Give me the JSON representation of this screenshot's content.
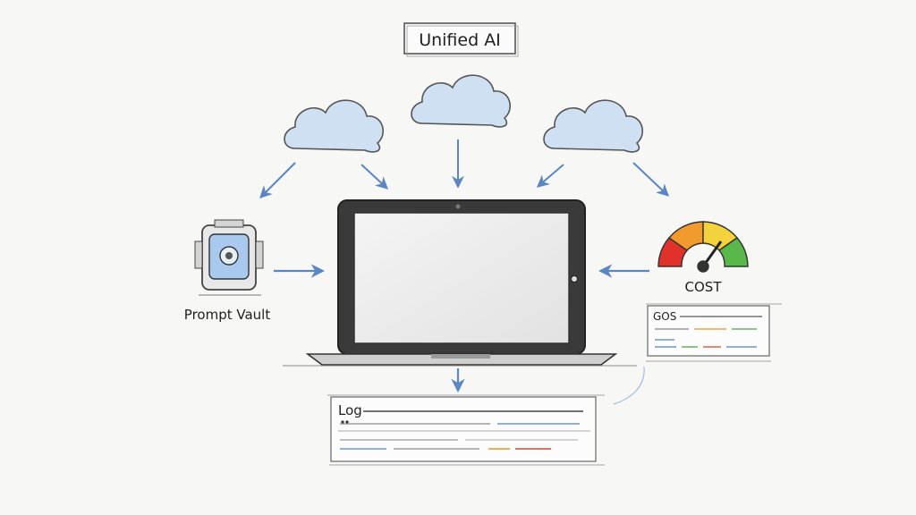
{
  "title": "Unified AI",
  "vault": {
    "label": "Prompt Vault"
  },
  "cost": {
    "label": "COST",
    "panel_label": "GOS"
  },
  "log": {
    "label": "Log"
  },
  "colors": {
    "arrow": "#5b86c4",
    "cloud_fill": "#cfe0f2",
    "gauge_red": "#e0322b",
    "gauge_orange": "#f29a2e",
    "gauge_yellow": "#f3d23c",
    "gauge_green": "#58b84a",
    "line_blue": "#6b93d6",
    "line_orange": "#f0a042",
    "line_green": "#5fb85a",
    "line_red": "#e0614d"
  }
}
